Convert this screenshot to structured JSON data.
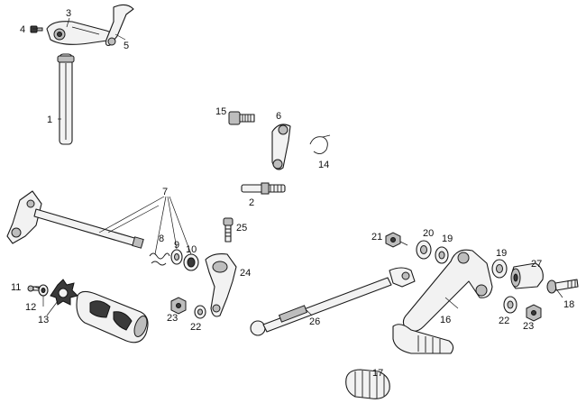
{
  "callouts": {
    "n1": "1",
    "n2": "2",
    "n3": "3",
    "n4": "4",
    "n5": "5",
    "n6": "6",
    "n7": "7",
    "n8": "8",
    "n9": "9",
    "n10": "10",
    "n11": "11",
    "n12": "12",
    "n13": "13",
    "n14": "14",
    "n15": "15",
    "n16": "16",
    "n17": "17",
    "n18": "18",
    "n19a": "19",
    "n19b": "19",
    "n20": "20",
    "n21": "21",
    "n22a": "22",
    "n22b": "22",
    "n23a": "23",
    "n23b": "23",
    "n24": "24",
    "n25": "25",
    "n26": "26",
    "n27": "27"
  },
  "colors": {
    "line": "#1a1a1a",
    "fill": "#f2f2f2",
    "dark": "#3a3a3a"
  }
}
